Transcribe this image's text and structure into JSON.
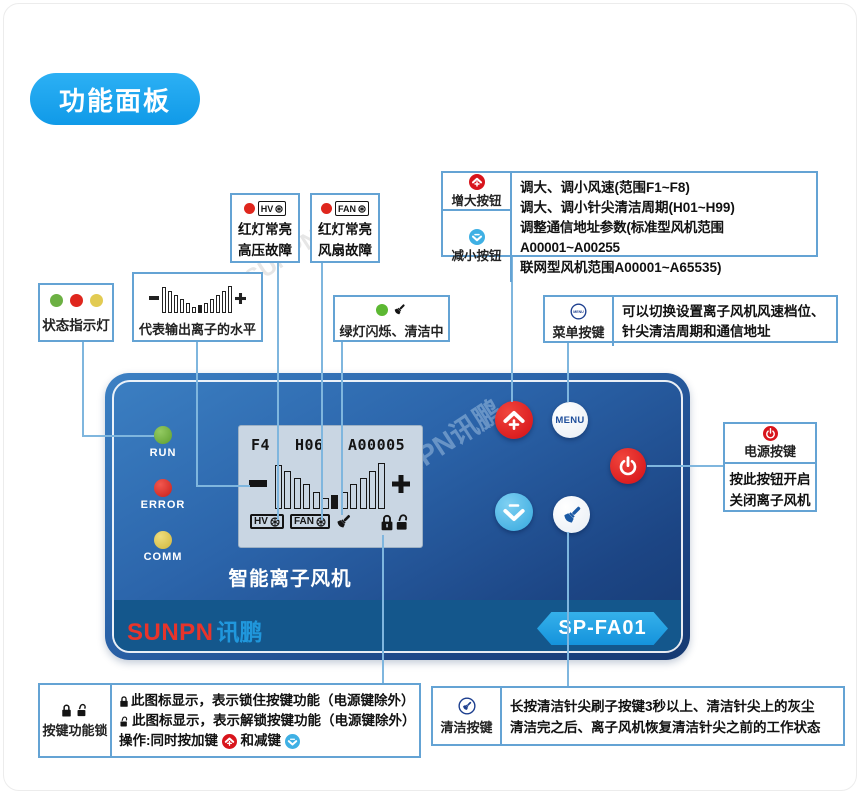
{
  "page": {
    "section_tag": "功能面板"
  },
  "colors": {
    "accent_blue": "#1ca6f0",
    "callout_border": "#64a3d4",
    "connector_line": "#7fb6de",
    "panel_bottom_bar": "#14578c",
    "model_badge_blue": "#27a5e5",
    "logo_red": "#e8342b",
    "logo_blue": "#2097dc",
    "led_run_green": "#6cb043",
    "led_error_red": "#df261d",
    "led_comm_yellow": "#e2cb52",
    "button_red": "#dd1219",
    "button_light_blue": "#45b3e5"
  },
  "panel": {
    "watermark": "SUNPN讯鹏",
    "leds": [
      {
        "label": "RUN"
      },
      {
        "label": "ERROR"
      },
      {
        "label": "COMM"
      }
    ],
    "lcd": {
      "fan_speed": "F4",
      "clean_cycle": "H06",
      "address": "A00005",
      "hv_badge": "HV",
      "fan_badge": "FAN",
      "bars": [
        44,
        38,
        31,
        25,
        17,
        11,
        14,
        17,
        25,
        31,
        38,
        46
      ],
      "filled_bar_index": 6
    },
    "product_title": "智能离子风机",
    "menu_button_label": "MENU",
    "brand": {
      "logo_en": "SUNPN",
      "logo_cn": "讯鹏",
      "model": "SP-FA01"
    }
  },
  "callouts": {
    "status": {
      "label": "状态指示灯"
    },
    "ion_level": {
      "label": "代表输出离子的水平"
    },
    "hv_fault": {
      "badge": "HV",
      "line1": "红灯常亮",
      "line2": "高压故障"
    },
    "fan_fault": {
      "badge": "FAN",
      "line1": "红灯常亮",
      "line2": "风扇故障"
    },
    "cleaning": {
      "label": "绿灯闪烁、清洁中"
    },
    "inc_dec": {
      "inc_label": "增大按钮",
      "dec_label": "减小按钮",
      "lines": [
        "调大、调小风速(范围F1~F8)",
        "调大、调小针尖清洁周期(H01~H99)",
        "调整通信地址参数(标准型风机范围A00001~A00255",
        "联网型风机范围A00001~A65535)"
      ]
    },
    "menu": {
      "label": "菜单按键",
      "icon_text": "MENU",
      "lines": [
        "可以切换设置离子风机风速档位、",
        "针尖清洁周期和通信地址"
      ]
    },
    "power": {
      "label": "电源按键",
      "lines": [
        "按此按钮开启",
        "关闭离子风机"
      ]
    },
    "key_lock": {
      "label": "按键功能锁",
      "line1": "此图标显示，表示锁住按键功能（电源键除外）",
      "line2": "此图标显示，表示解锁按键功能（电源键除外）",
      "line3_pre": "操作:同时按加键",
      "line3_mid": "和减键"
    },
    "clean": {
      "label": "清洁按键",
      "lines": [
        "长按清洁针尖刷子按键3秒以上、清洁针尖上的灰尘",
        "清洁完之后、离子风机恢复清洁针尖之前的工作状态"
      ]
    }
  }
}
